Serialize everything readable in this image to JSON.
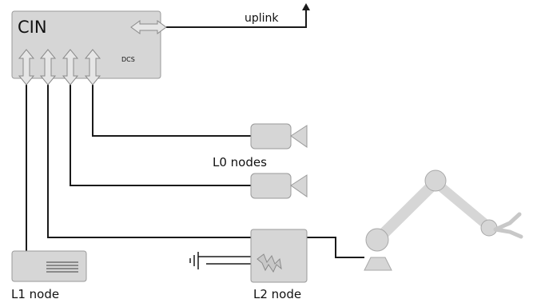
{
  "cin": {
    "title": "CIN",
    "subtitle": "DCS"
  },
  "uplink": {
    "label": "uplink"
  },
  "l0": {
    "label": "L0 nodes"
  },
  "l1": {
    "label": "L1 node"
  },
  "l2": {
    "label": "L2 node"
  }
}
